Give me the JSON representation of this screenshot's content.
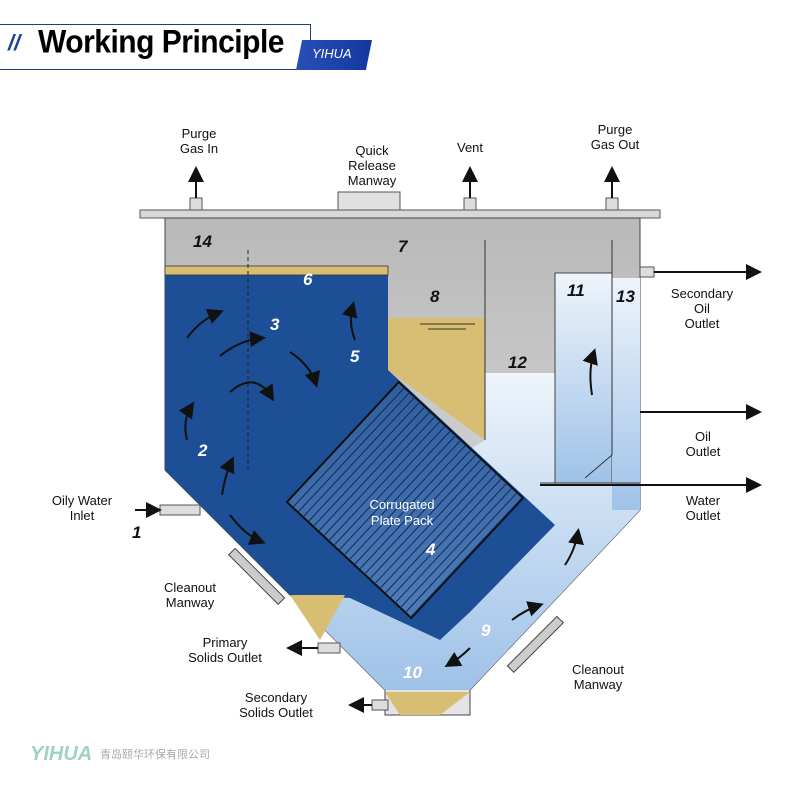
{
  "header": {
    "title": "Working Principle",
    "brand": "YIHUA",
    "slash": "//"
  },
  "watermark": {
    "brand": "YIHUA",
    "company": "青岛颐华环保有限公司"
  },
  "labels": {
    "purge_gas_in": [
      "Purge",
      "Gas In"
    ],
    "quick_release_manway": [
      "Quick",
      "Release",
      "Manway"
    ],
    "vent": "Vent",
    "purge_gas_out": [
      "Purge",
      "Gas Out"
    ],
    "secondary_oil_outlet": [
      "Secondary",
      "Oil",
      "Outlet"
    ],
    "oil_outlet": [
      "Oil",
      "Outlet"
    ],
    "water_outlet": [
      "Water",
      "Outlet"
    ],
    "oily_water_inlet": [
      "Oily Water",
      "Inlet"
    ],
    "cleanout_manway_left": [
      "Cleanout",
      "Manway"
    ],
    "primary_solids_outlet": [
      "Primary",
      "Solids Outlet"
    ],
    "secondary_solids_outlet": [
      "Secondary",
      "Solids Outlet"
    ],
    "cleanout_manway_right": [
      "Cleanout",
      "Manway"
    ],
    "corrugated_plate_pack": [
      "Corrugated",
      "Plate Pack"
    ]
  },
  "numbers": [
    "1",
    "2",
    "3",
    "4",
    "5",
    "6",
    "7",
    "8",
    "9",
    "10",
    "11",
    "12",
    "13",
    "14"
  ],
  "colors": {
    "dark_water": "#1c4f96",
    "light_water": "#a9c8ea",
    "oil": "#d8be72",
    "steel": "#cfcfcf"
  }
}
